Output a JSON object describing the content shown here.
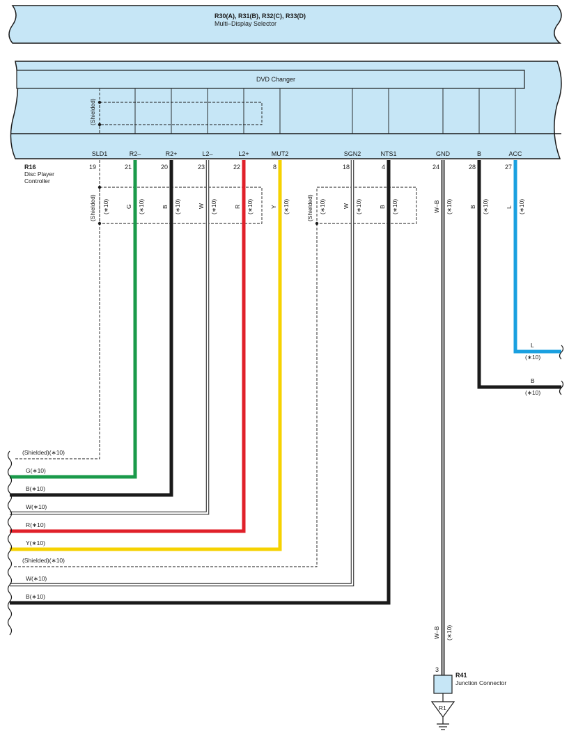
{
  "top_connector": {
    "title": "R30(A), R31(B), R32(C), R33(D)",
    "subtitle": "Multi–Display Selector"
  },
  "dvd_changer": {
    "title": "DVD Changer",
    "shielded_label": "(Shielded)"
  },
  "controller": {
    "code": "R16",
    "name_line1": "Disc Player",
    "name_line2": "Controller",
    "terminals": [
      {
        "name": "SLD1",
        "pin": "19"
      },
      {
        "name": "R2–",
        "pin": "21"
      },
      {
        "name": "R2+",
        "pin": "20"
      },
      {
        "name": "L2–",
        "pin": "23"
      },
      {
        "name": "L2+",
        "pin": "22"
      },
      {
        "name": "MUT2",
        "pin": "8"
      },
      {
        "name": "SGN2",
        "pin": "18"
      },
      {
        "name": "NTS1",
        "pin": "4"
      },
      {
        "name": "GND",
        "pin": "24"
      },
      {
        "name": "B",
        "pin": "28"
      },
      {
        "name": "ACC",
        "pin": "27"
      }
    ]
  },
  "wire_codes": {
    "shielded": "(Shielded)",
    "note": "(∗10)",
    "g": "G",
    "b": "B",
    "w": "W",
    "r": "R",
    "y": "Y",
    "l": "L",
    "wb": "W–B"
  },
  "left_labels": [
    "(Shielded)(∗10)",
    "G(∗10)",
    "B(∗10)",
    "W(∗10)",
    "R(∗10)",
    "Y(∗10)",
    "(Shielded)(∗10)",
    "W(∗10)",
    "B(∗10)"
  ],
  "right_labels": {
    "l_wire": "L",
    "b_wire": "B",
    "note": "(∗10)"
  },
  "junction": {
    "pin": "3",
    "code": "R41",
    "name": "Junction Connector",
    "ground_code": "R1"
  },
  "colors": {
    "connector_fill": "#c6e6f6",
    "green": "#1a9a4a",
    "black": "#1a1a1a",
    "red": "#e0202a",
    "yellow": "#f6d200",
    "blue": "#1aa0e0"
  }
}
